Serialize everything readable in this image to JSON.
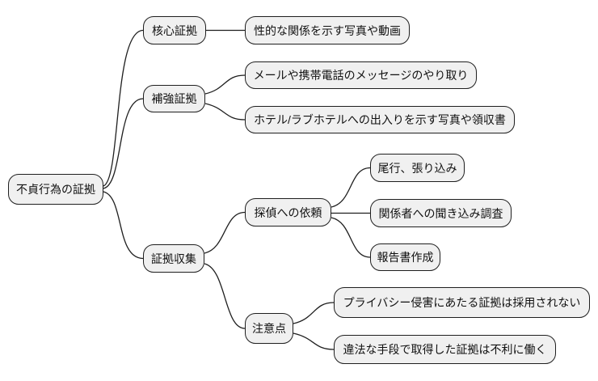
{
  "diagram": {
    "type": "mindmap",
    "title": "不貞行為の証拠",
    "colors": {
      "background": "#ffffff",
      "node_fill": "#f0f0f0",
      "node_border": "#1f1f1f",
      "edge": "#1f1f1f",
      "text": "#111111"
    }
  },
  "nodes": [
    {
      "id": "root",
      "label": "不貞行為の証拠",
      "parent": null,
      "level": 0
    },
    {
      "id": "kakushin",
      "label": "核心証拠",
      "parent": "root",
      "level": 1
    },
    {
      "id": "seiteki",
      "label": "性的な関係を示す写真や動画",
      "parent": "kakushin",
      "level": 2
    },
    {
      "id": "hokyou",
      "label": "補強証拠",
      "parent": "root",
      "level": 1
    },
    {
      "id": "mail",
      "label": "メールや携帯電話のメッセージのやり取り",
      "parent": "hokyou",
      "level": 2
    },
    {
      "id": "hotel",
      "label": "ホテル/ラブホテルへの出入りを示す写真や領収書",
      "parent": "hokyou",
      "level": 2
    },
    {
      "id": "shoko",
      "label": "証拠収集",
      "parent": "root",
      "level": 1
    },
    {
      "id": "tantei",
      "label": "探偵への依頼",
      "parent": "shoko",
      "level": 2
    },
    {
      "id": "bikou",
      "label": "尾行、張り込み",
      "parent": "tantei",
      "level": 3
    },
    {
      "id": "kankei",
      "label": "関係者への聞き込み調査",
      "parent": "tantei",
      "level": 3
    },
    {
      "id": "houkoku",
      "label": "報告書作成",
      "parent": "tantei",
      "level": 3
    },
    {
      "id": "chuui",
      "label": "注意点",
      "parent": "shoko",
      "level": 2
    },
    {
      "id": "privacy",
      "label": "プライバシー侵害にあたる証拠は採用されない",
      "parent": "chuui",
      "level": 3
    },
    {
      "id": "ihou",
      "label": "違法な手段で取得した証拠は不利に働く",
      "parent": "chuui",
      "level": 3
    }
  ],
  "edges": [
    [
      "root",
      "kakushin"
    ],
    [
      "root",
      "hokyou"
    ],
    [
      "root",
      "shoko"
    ],
    [
      "kakushin",
      "seiteki"
    ],
    [
      "hokyou",
      "mail"
    ],
    [
      "hokyou",
      "hotel"
    ],
    [
      "shoko",
      "tantei"
    ],
    [
      "shoko",
      "chuui"
    ],
    [
      "tantei",
      "bikou"
    ],
    [
      "tantei",
      "kankei"
    ],
    [
      "tantei",
      "houkoku"
    ],
    [
      "chuui",
      "privacy"
    ],
    [
      "chuui",
      "ihou"
    ]
  ]
}
